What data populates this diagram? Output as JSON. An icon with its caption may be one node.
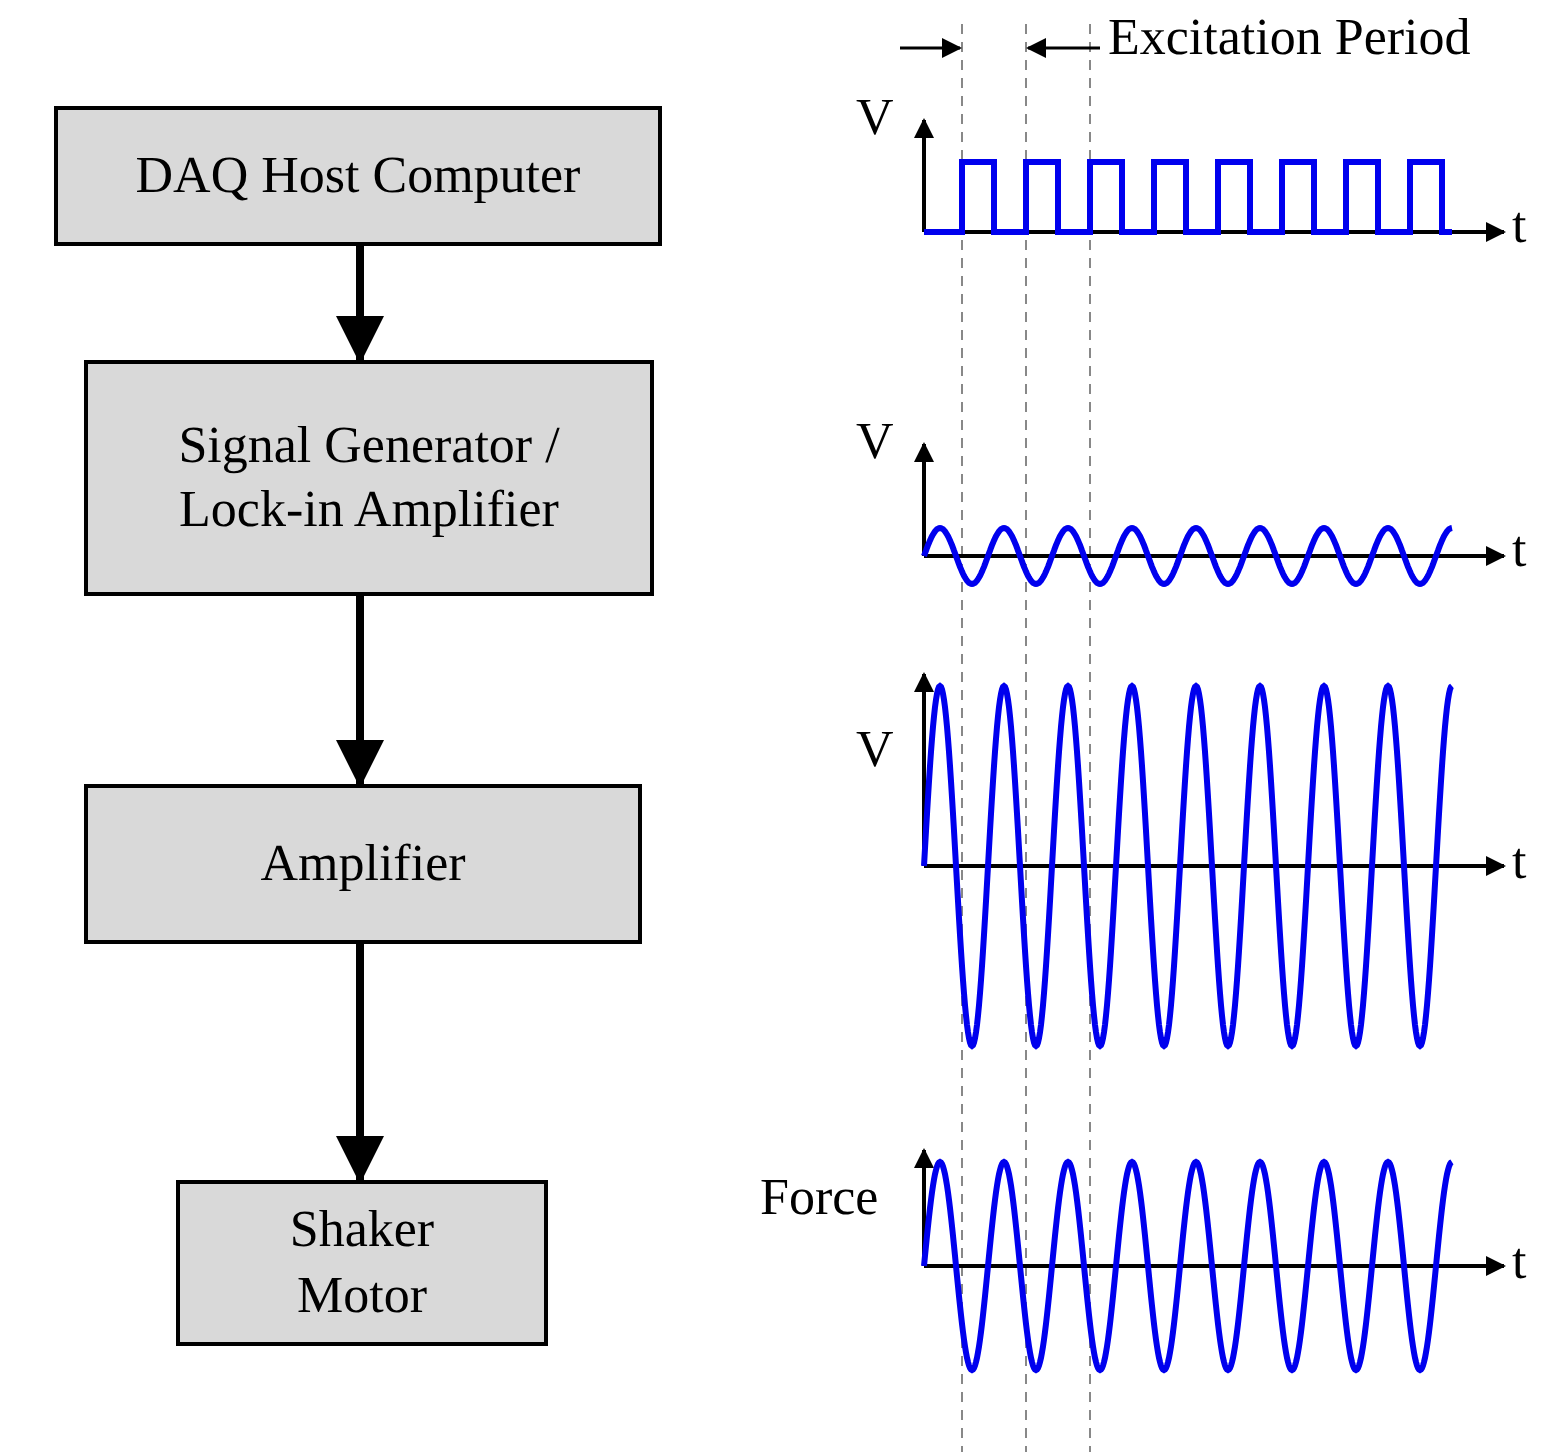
{
  "diagram": {
    "nodes": [
      {
        "text": [
          "DAQ Host Computer"
        ]
      },
      {
        "text": [
          "Signal Generator / Lock-in Amplifier"
        ]
      },
      {
        "text": [
          "Amplifier"
        ]
      },
      {
        "text": [
          "Shaker Motor"
        ]
      }
    ],
    "edges": [
      {
        "from": 0,
        "to": 1,
        "arrow": "to"
      },
      {
        "from": 1,
        "to": 2,
        "arrow": "to"
      },
      {
        "from": 2,
        "to": 3,
        "arrow": "to"
      }
    ],
    "labels": [
      "Excitation Period",
      "V",
      "t",
      "V",
      "t",
      "V",
      "t",
      "Force",
      "t"
    ]
  }
}
